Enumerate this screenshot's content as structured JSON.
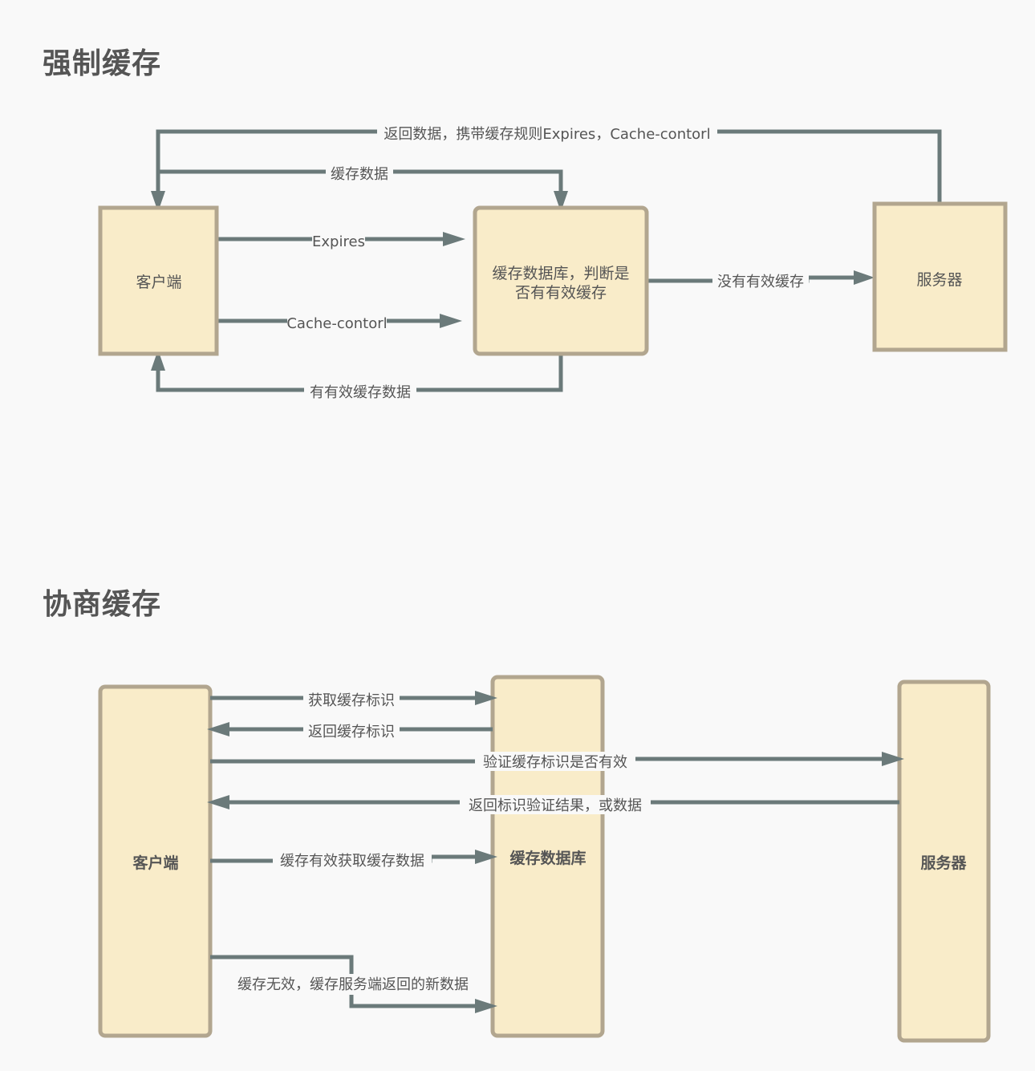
{
  "sections": {
    "strong": {
      "title": "强制缓存",
      "client": "客户端",
      "cache_db_line1": "缓存数据库，判断是",
      "cache_db_line2": "否有有效缓存",
      "server": "服务器",
      "arrows": {
        "return_data": "返回数据，携带缓存规则Expires，Cache-contorl",
        "cache_data": "缓存数据",
        "expires": "Expires",
        "cache_control": "Cache-contorl",
        "valid_cache_data": "有有效缓存数据",
        "no_valid_cache": "没有有效缓存"
      }
    },
    "negotiated": {
      "title": "协商缓存",
      "client": "客户端",
      "cache_db": "缓存数据库",
      "server": "服务器",
      "arrows": {
        "get_cache_id": "获取缓存标识",
        "return_cache_id": "返回缓存标识",
        "verify_cache_id": "验证缓存标识是否有效",
        "return_verify_result": "返回标识验证结果，或数据",
        "cache_valid_get_data": "缓存有效获取缓存数据",
        "cache_invalid": "缓存无效，缓存服务端返回的新数据"
      }
    }
  },
  "colors": {
    "box_fill": "#f9ecc9",
    "box_stroke": "#b2a68f",
    "arrow": "#6b7a7a",
    "text": "#555555",
    "background": "#f9f9f9"
  }
}
